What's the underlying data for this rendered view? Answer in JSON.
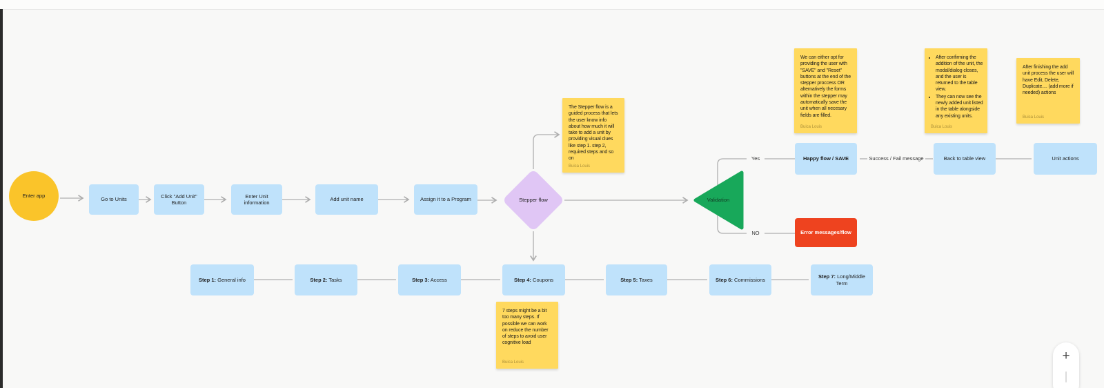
{
  "palette": {
    "canvas_bg": "#f8f8f7",
    "node_blue": "#bfe2fb",
    "start_yellow": "#fac42a",
    "diamond_purple": "#e0c6f5",
    "validation_green": "#18a85a",
    "error_red": "#ee431f",
    "sticky_yellow": "#ffd95e",
    "connector_gray": "#aeaeae"
  },
  "flow": {
    "start": {
      "label": "Enter app"
    },
    "nodes": [
      {
        "label": "Go to Units"
      },
      {
        "label": "Click \"Add Unit\" Button"
      },
      {
        "label": "Enter Unit information"
      },
      {
        "label": "Add unit name"
      },
      {
        "label": "Assign it to a Program"
      }
    ],
    "decision": {
      "label": "Stepper flow"
    },
    "validation": {
      "label": "Validation"
    },
    "yes_label": "Yes",
    "no_label": "NO",
    "happy": {
      "label": "Happy flow / SAVE"
    },
    "error": {
      "label": "Error messages/flow"
    },
    "edge_label": "Success / Fail message",
    "back_to_table": {
      "label": "Back to table view"
    },
    "unit_actions": {
      "label": "Unit actions"
    }
  },
  "steps": [
    {
      "bold": "Step 1:",
      "rest": " General info"
    },
    {
      "bold": "Step 2:",
      "rest": " Tasks"
    },
    {
      "bold": "Step 3:",
      "rest": " Access"
    },
    {
      "bold": "Step 4:",
      "rest": " Coupons"
    },
    {
      "bold": "Step 5:",
      "rest": " Taxes"
    },
    {
      "bold": "Step 6:",
      "rest": " Commissions"
    },
    {
      "bold": "Step 7:",
      "rest": " Long/Middle Term"
    }
  ],
  "stickies": [
    {
      "text": "The Stepper flow is a guided process that lets the user know info about how much it will take to add a unit by providing visual clues like step 1. step 2, required steps and so on",
      "author": "Buica Louis"
    },
    {
      "text": "We can either opt for providing the user with \"SAVE\" and \"Reset\" buttons at the end of the stepper proccess OR alternatively the forms within the stepper may automatically save the unit when all necesary fields are filled.",
      "author": "Buica Louis"
    },
    {
      "bullets": [
        "After confirming the addition of the unit, the modal/dialog closes, and the user is returned to the table view.",
        "They can now see the newly added unit listed in the table alongside any existing units."
      ],
      "author": "Buica Louis"
    },
    {
      "text": "After finishing the add unit process the user will have Edit, Delete, Duplicate.... (add more if needed) actions",
      "author": "Buica Louis"
    },
    {
      "text": "7 steps might be a bit too many steps. If possible we can work on reduce the number of steps to avoid user cognitive load",
      "author": "Buica Louis"
    }
  ],
  "controls": {
    "zoom_in_label": "+"
  }
}
